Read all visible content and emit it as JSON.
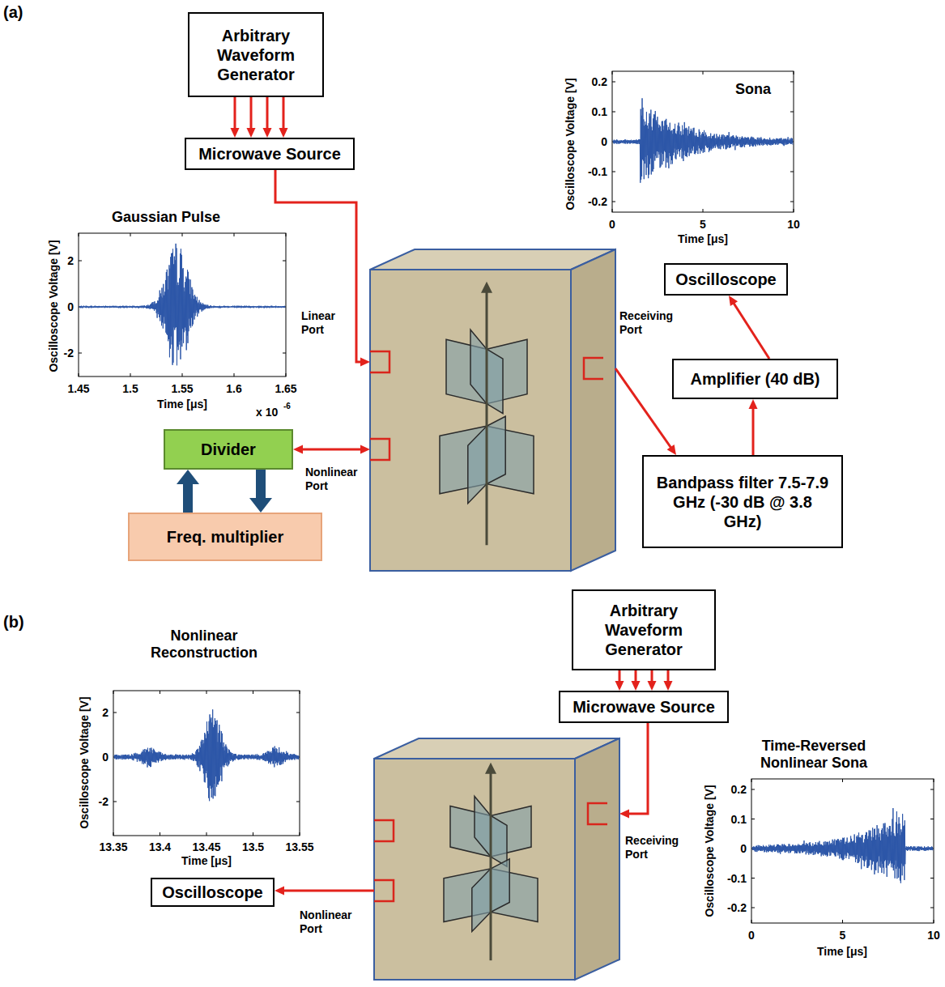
{
  "diagram": {
    "nodes": [
      {
        "text": [
          "Arbitrary Waveform Generator"
        ]
      },
      {
        "text": [
          "Microwave Source"
        ]
      },
      {
        "text": [
          "Oscilloscope"
        ]
      },
      {
        "text": [
          "Amplifier (40 dB)"
        ]
      },
      {
        "text": [
          "Bandpass filter 7.5-7.9 GHz (-30 dB @ 3.8 GHz)"
        ]
      },
      {
        "text": [
          "Divider"
        ]
      },
      {
        "text": [
          "Freq. multiplier"
        ]
      },
      {
        "text": [
          "Linear Port",
          "Receiving Port",
          "Nonlinear Port"
        ]
      },
      {
        "text": [
          "Arbitrary Waveform Generator"
        ]
      },
      {
        "text": [
          "Microwave Source"
        ]
      },
      {
        "text": [
          "Receiving Port",
          "Nonlinear Port"
        ]
      },
      {
        "text": [
          "Oscilloscope"
        ]
      }
    ],
    "edges": [
      {
        "from": 0,
        "to": 1,
        "arrow": "to"
      },
      {
        "from": 1,
        "to": 7,
        "arrow": "to"
      },
      {
        "from": 5,
        "to": 7,
        "arrow": "both"
      },
      {
        "from": 6,
        "to": 5,
        "arrow": "to"
      },
      {
        "from": 5,
        "to": 6,
        "arrow": "to"
      },
      {
        "from": 7,
        "to": 4,
        "arrow": "to"
      },
      {
        "from": 4,
        "to": 3,
        "arrow": "to"
      },
      {
        "from": 3,
        "to": 2,
        "arrow": "to"
      },
      {
        "from": 8,
        "to": 9,
        "arrow": "to"
      },
      {
        "from": 9,
        "to": 10,
        "arrow": "to"
      },
      {
        "from": 10,
        "to": 11,
        "arrow": "to"
      }
    ],
    "labels": [
      "(a)",
      "Gaussian Pulse",
      "Oscilloscope Voltage [V]",
      "2",
      "0",
      "-2",
      "1.45",
      "1.5",
      "1.55",
      "1.6",
      "1.65",
      "Time [μs]",
      "x 10",
      "-6",
      "Sona",
      "Oscilloscope Voltage [V]",
      "0.2",
      "0.1",
      "0",
      "-0.1",
      "-0.2",
      "0",
      "5",
      "10",
      "Time [μs]",
      "(b)",
      "Nonlinear Reconstruction",
      "Oscilloscope Voltage [V]",
      "2",
      "0",
      "-2",
      "13.35",
      "13.4",
      "13.45",
      "13.5",
      "13.55",
      "Time [μs]",
      "Time-Reversed Nonlinear Sona",
      "Oscilloscope Voltage [V]",
      "0.2",
      "0.1",
      "0",
      "-0.1",
      "-0.2",
      "0",
      "5",
      "10",
      "Time [μs]"
    ]
  }
}
